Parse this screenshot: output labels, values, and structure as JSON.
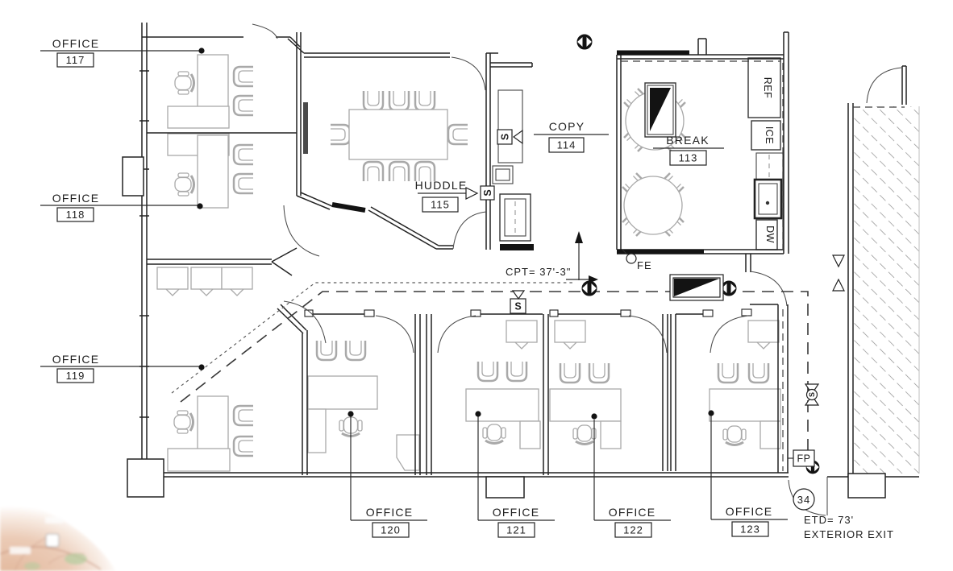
{
  "rooms": [
    {
      "label": "OFFICE",
      "number": "117"
    },
    {
      "label": "OFFICE",
      "number": "118"
    },
    {
      "label": "OFFICE",
      "number": "119"
    },
    {
      "label": "OFFICE",
      "number": "120"
    },
    {
      "label": "OFFICE",
      "number": "121"
    },
    {
      "label": "OFFICE",
      "number": "122"
    },
    {
      "label": "OFFICE",
      "number": "123"
    },
    {
      "label": "COPY",
      "number": "114"
    },
    {
      "label": "HUDDLE",
      "number": "115"
    },
    {
      "label": "BREAK",
      "number": "113"
    }
  ],
  "appliances": {
    "refrigerator": "REF",
    "ice_maker": "ICE",
    "dishwasher": "DW"
  },
  "annotations": {
    "carpet_dimension": "CPT= 37'-3\"",
    "fire_extinguisher": "FE",
    "fire_panel": "FP",
    "exit_door_number": "34",
    "exit_travel_distance": "ETD= 73'",
    "exterior_exit": "EXTERIOR EXIT",
    "switch": "S"
  },
  "colors": {
    "wall": "#222222",
    "furniture_gray": "#a9a9a9",
    "annotation_black": "#131313",
    "map_land": "#e7c3a8"
  }
}
